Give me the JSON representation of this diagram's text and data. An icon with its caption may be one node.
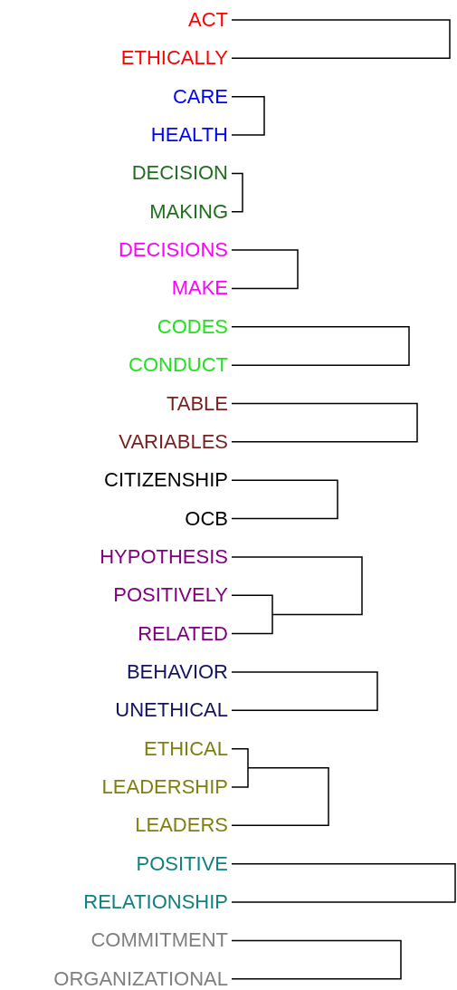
{
  "diagram": {
    "nodes": [
      {
        "text": [
          "ACT"
        ]
      },
      {
        "text": [
          "ETHICALLY"
        ]
      },
      {
        "text": [
          "CARE"
        ]
      },
      {
        "text": [
          "HEALTH"
        ]
      },
      {
        "text": [
          "DECISION"
        ]
      },
      {
        "text": [
          "MAKING"
        ]
      },
      {
        "text": [
          "DECISIONS"
        ]
      },
      {
        "text": [
          "MAKE"
        ]
      },
      {
        "text": [
          "CODES"
        ]
      },
      {
        "text": [
          "CONDUCT"
        ]
      },
      {
        "text": [
          "TABLE"
        ]
      },
      {
        "text": [
          "VARIABLES"
        ]
      },
      {
        "text": [
          "CITIZENSHIP"
        ]
      },
      {
        "text": [
          "OCB"
        ]
      },
      {
        "text": [
          "HYPOTHESIS"
        ]
      },
      {
        "text": [
          "POSITIVELY"
        ]
      },
      {
        "text": [
          "RELATED"
        ]
      },
      {
        "text": [
          "BEHAVIOR"
        ]
      },
      {
        "text": [
          "UNETHICAL"
        ]
      },
      {
        "text": [
          "ETHICAL"
        ]
      },
      {
        "text": [
          "LEADERSHIP"
        ]
      },
      {
        "text": [
          "LEADERS"
        ]
      },
      {
        "text": [
          "POSITIVE"
        ]
      },
      {
        "text": [
          "RELATIONSHIP"
        ]
      },
      {
        "text": [
          "COMMITMENT"
        ]
      },
      {
        "text": [
          "ORGANIZATIONAL"
        ]
      }
    ],
    "edges": [
      {
        "from": 0,
        "to": 1,
        "arrow": "none"
      },
      {
        "from": 2,
        "to": 3,
        "arrow": "none"
      },
      {
        "from": 4,
        "to": 5,
        "arrow": "none"
      },
      {
        "from": 6,
        "to": 7,
        "arrow": "none"
      },
      {
        "from": 8,
        "to": 9,
        "arrow": "none"
      },
      {
        "from": 10,
        "to": 11,
        "arrow": "none"
      },
      {
        "from": 12,
        "to": 13,
        "arrow": "none"
      },
      {
        "from": 15,
        "to": 16,
        "arrow": "none"
      },
      {
        "from": 14,
        "to": 15,
        "arrow": "none"
      },
      {
        "from": 14,
        "to": 16,
        "arrow": "none"
      },
      {
        "from": 17,
        "to": 18,
        "arrow": "none"
      },
      {
        "from": 19,
        "to": 20,
        "arrow": "none"
      },
      {
        "from": 19,
        "to": 21,
        "arrow": "none"
      },
      {
        "from": 20,
        "to": 21,
        "arrow": "none"
      },
      {
        "from": 22,
        "to": 23,
        "arrow": "none"
      },
      {
        "from": 24,
        "to": 25,
        "arrow": "none"
      }
    ]
  }
}
